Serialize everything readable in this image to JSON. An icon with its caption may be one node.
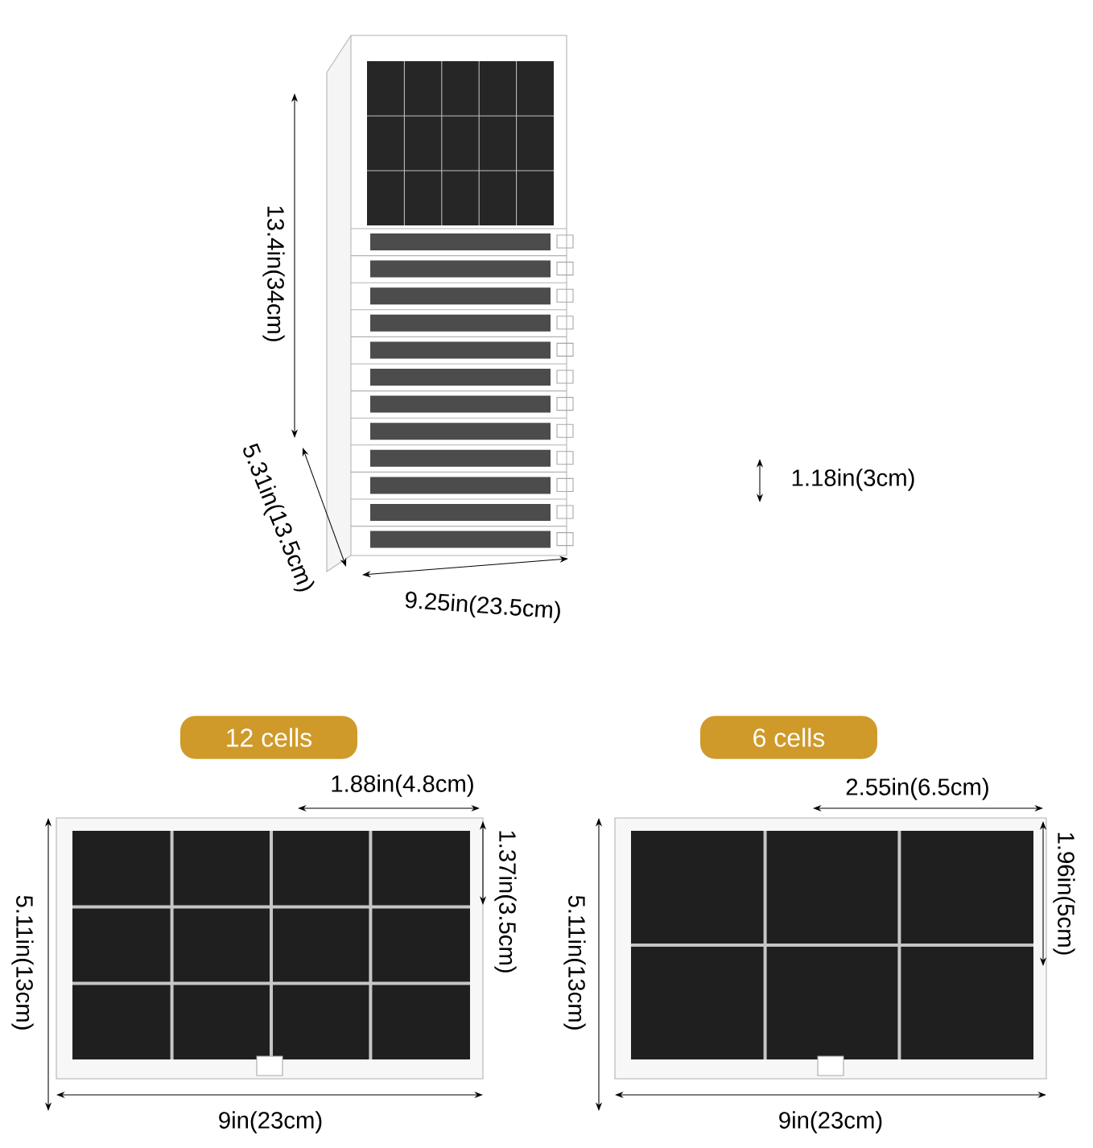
{
  "diagram": {
    "nodes": [
      {
        "text": [
          "12 cells"
        ]
      },
      {
        "text": [
          "6 cells"
        ]
      }
    ],
    "labels": [
      "13.4in(34cm)",
      "5.31in(13.5cm)",
      "1.18in(3cm)",
      "9.25in(23.5cm)",
      "1.88in(4.8cm)",
      "1.37in(3.5cm)",
      "5.11in(13cm)",
      "9in(23cm)",
      "2.55in(6.5cm)",
      "1.96in(5cm)",
      "5.11in(13cm)",
      "9in(23cm)"
    ]
  }
}
